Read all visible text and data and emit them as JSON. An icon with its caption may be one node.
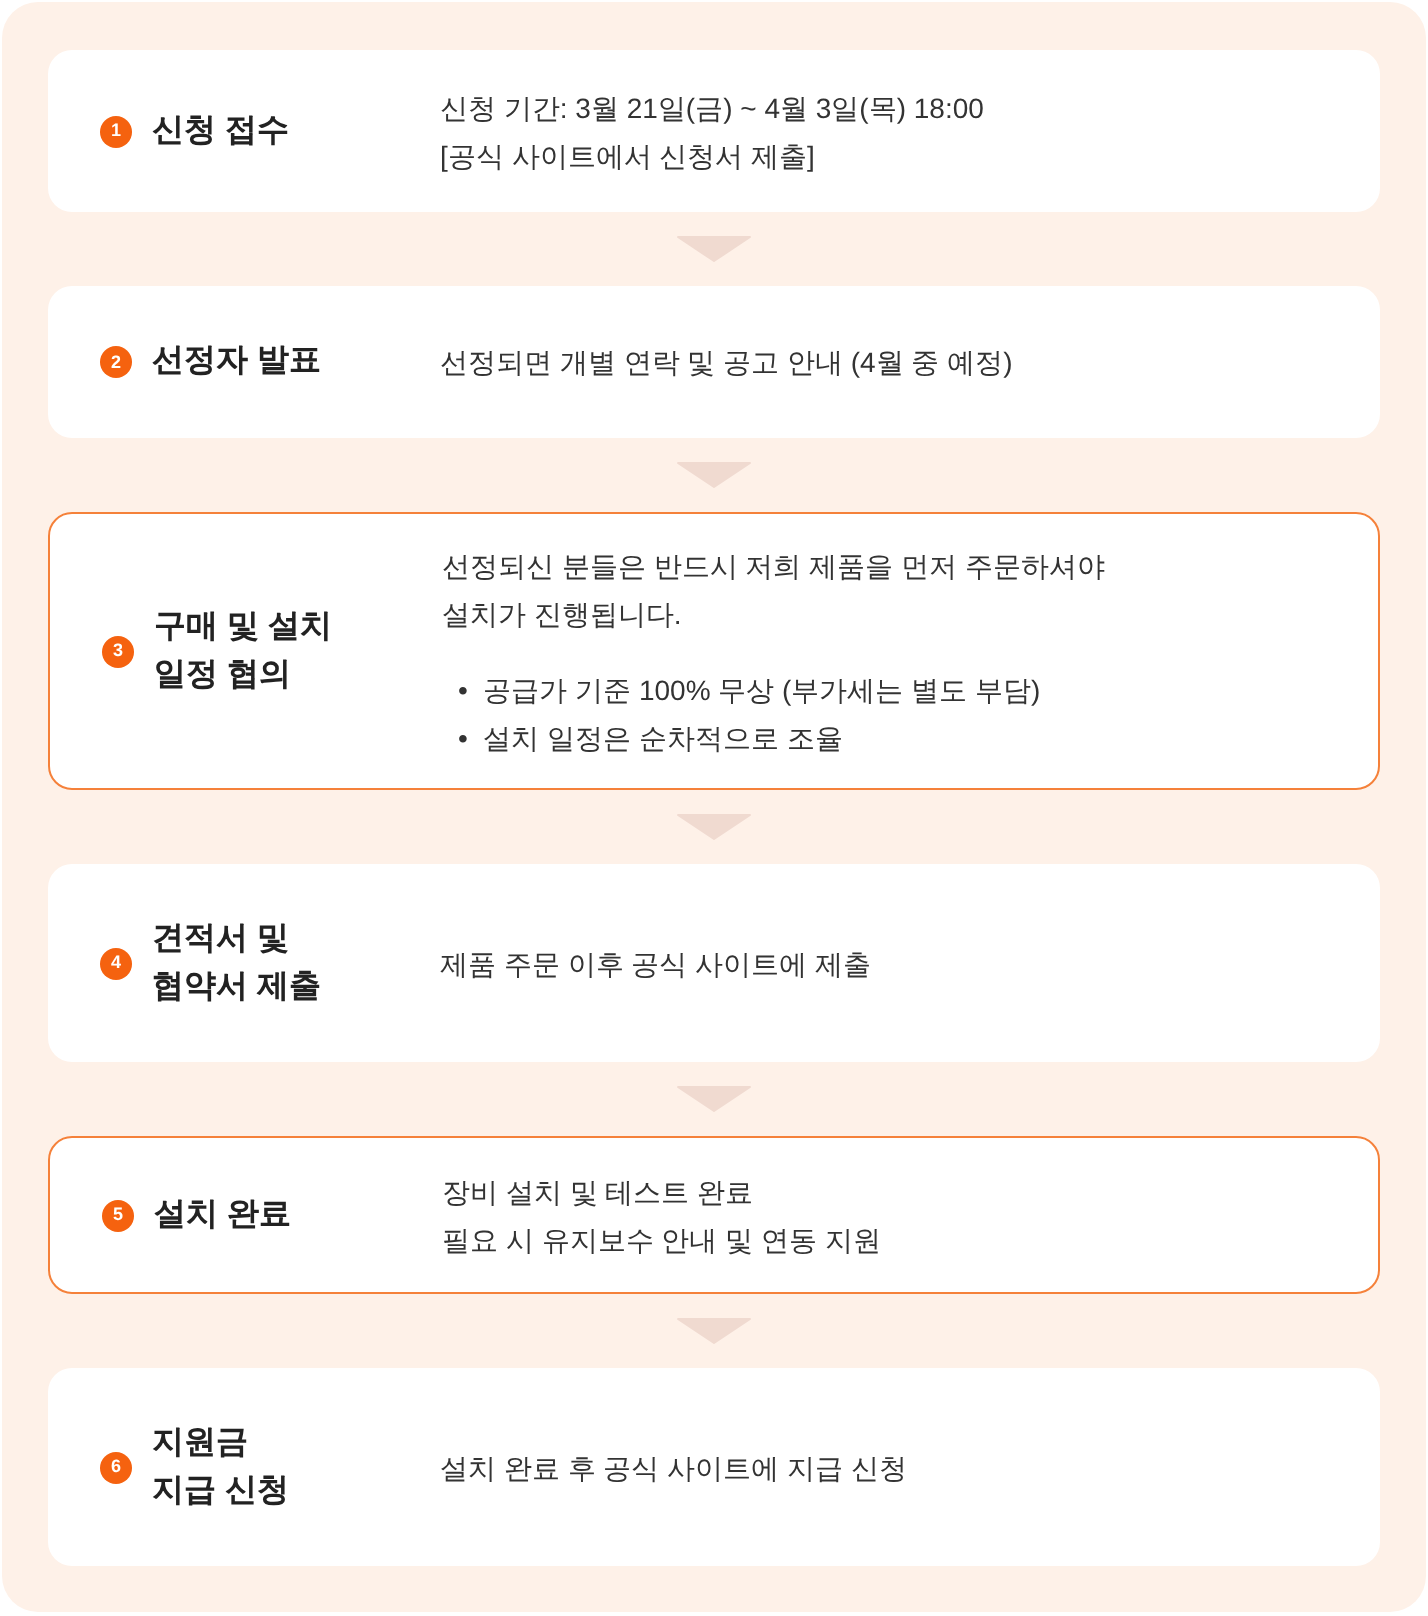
{
  "diagram": {
    "nodes": [
      {
        "text": [
          "1",
          "신청 접수",
          "신청 기간: 3월 21일(금) ~ 4월 3일(목) 18:00",
          "[공식 사이트에서 신청서 제출]"
        ]
      },
      {
        "text": [
          "2",
          "선정자 발표",
          "선정되면 개별 연락 및 공고 안내 (4월 중 예정)"
        ]
      },
      {
        "text": [
          "3",
          "구매 및 설치 일정 협의",
          "선정되신 분들은 반드시 저희 제품을 먼저 주문하셔야 설치가 진행됩니다.",
          "•  공급가 기준 100% 무상 (부가세는 별도 부담)",
          "•  설치 일정은 순차적으로 조율"
        ]
      },
      {
        "text": [
          "4",
          "견적서 및 협약서 제출",
          "제품 주문 이후 공식 사이트에 제출"
        ]
      },
      {
        "text": [
          "5",
          "설치 완료",
          "장비 설치 및 테스트 완료",
          "필요 시 유지보수 안내 및 연동 지원"
        ]
      },
      {
        "text": [
          "6",
          "지원금 지급 신청",
          "설치 완료 후 공식 사이트에 지급 신청"
        ]
      }
    ],
    "edges": [
      {
        "from": 0,
        "to": 1,
        "arrow": "to"
      },
      {
        "from": 1,
        "to": 2,
        "arrow": "to"
      },
      {
        "from": 2,
        "to": 3,
        "arrow": "to"
      },
      {
        "from": 3,
        "to": 4,
        "arrow": "to"
      },
      {
        "from": 4,
        "to": 5,
        "arrow": "to"
      }
    ]
  }
}
